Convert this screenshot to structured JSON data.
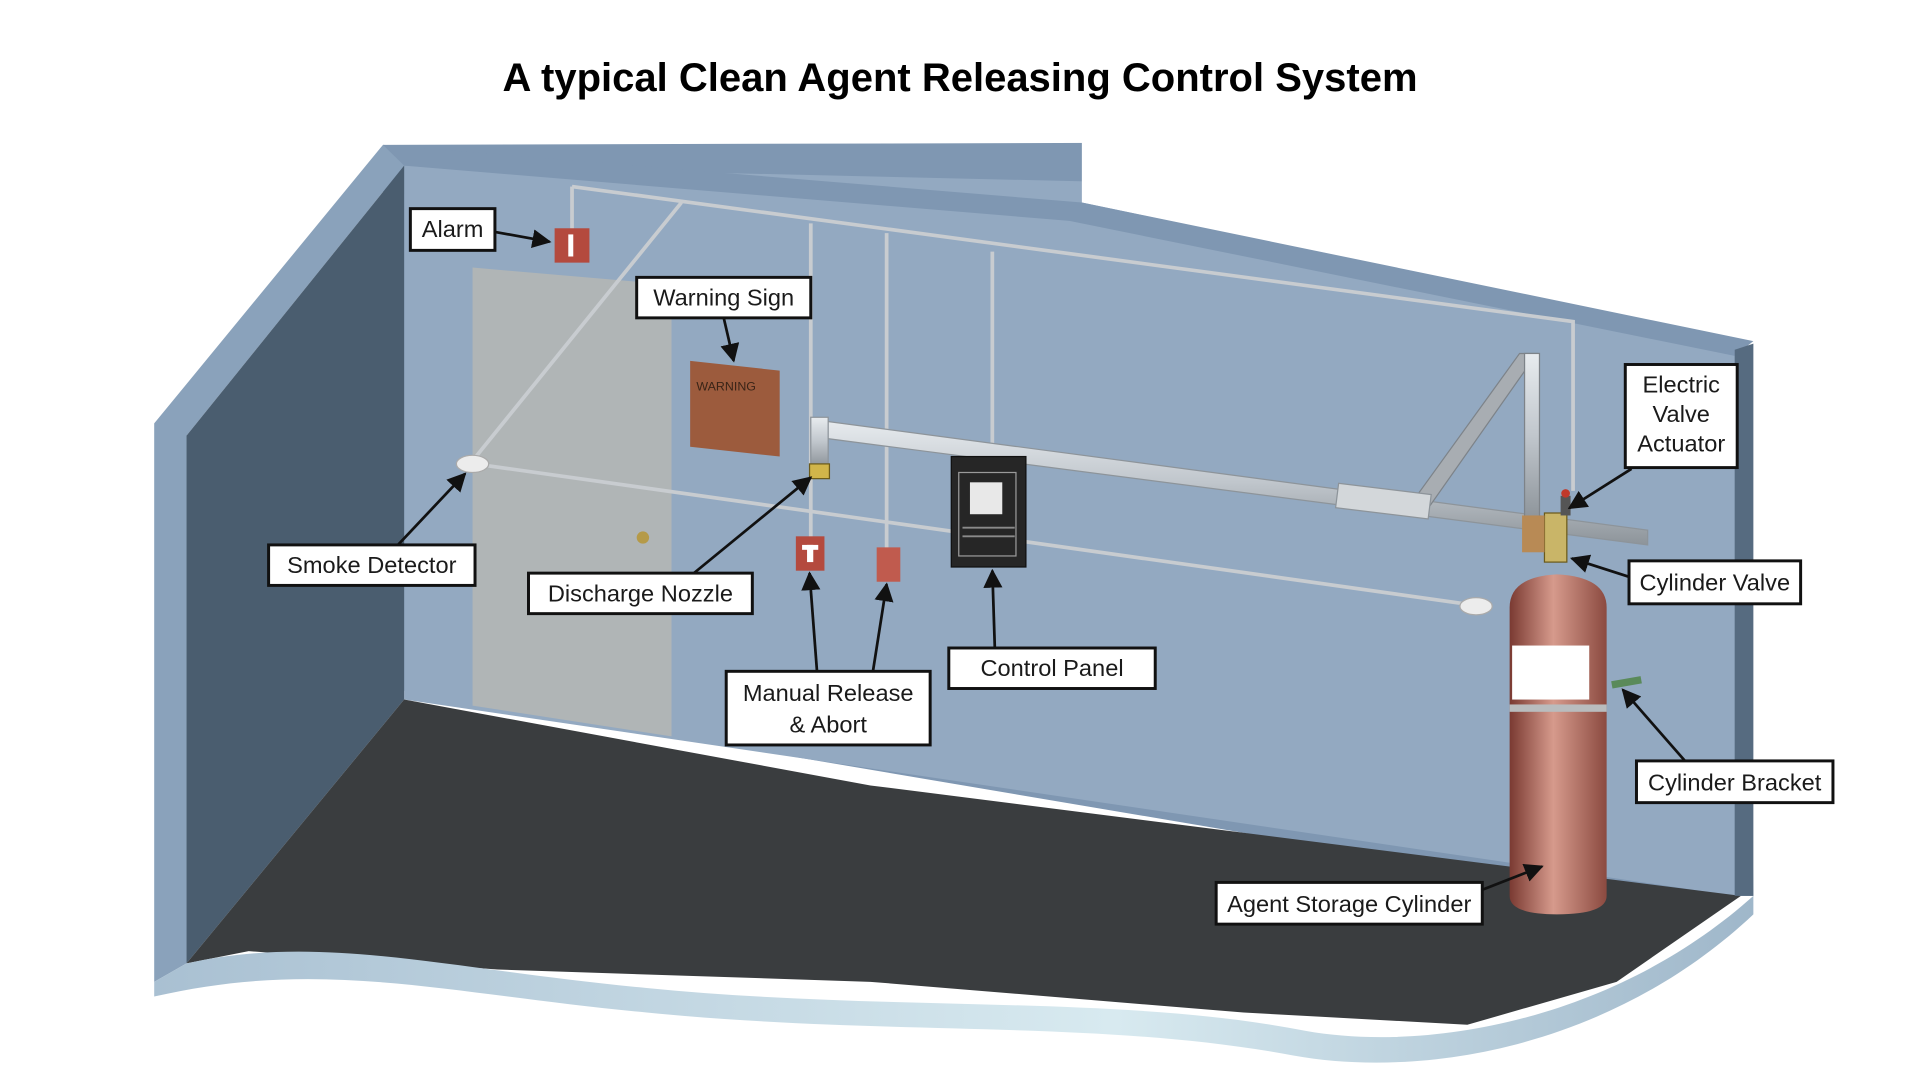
{
  "title": "A typical Clean Agent Releasing Control System",
  "warning_sign_text": "WARNING",
  "colors": {
    "wall": "#93a9c1",
    "wall_top": "#7f97b2",
    "side_wall": "#4a5d6f",
    "floor": "#3a3d3f",
    "door": "#b0b5b6",
    "cylinder": "#b2675c",
    "alarm_red": "#b44a3e",
    "warning_sign": "#9c5b3d",
    "panel": "#262626",
    "pipe": "#c9ced3"
  },
  "labels": [
    {
      "id": "alarm",
      "lines": [
        "Alarm"
      ]
    },
    {
      "id": "warning-sign",
      "lines": [
        "Warning Sign"
      ]
    },
    {
      "id": "smoke-detector",
      "lines": [
        "Smoke Detector"
      ]
    },
    {
      "id": "discharge-nozzle",
      "lines": [
        "Discharge Nozzle"
      ]
    },
    {
      "id": "manual-release-abort",
      "lines": [
        "Manual Release",
        "& Abort"
      ]
    },
    {
      "id": "control-panel",
      "lines": [
        "Control Panel"
      ]
    },
    {
      "id": "electric-valve-actuator",
      "lines": [
        "Electric",
        "Valve",
        "Actuator"
      ]
    },
    {
      "id": "cylinder-valve",
      "lines": [
        "Cylinder Valve"
      ]
    },
    {
      "id": "cylinder-bracket",
      "lines": [
        "Cylinder Bracket"
      ]
    },
    {
      "id": "agent-storage-cylinder",
      "lines": [
        "Agent Storage Cylinder"
      ]
    }
  ]
}
